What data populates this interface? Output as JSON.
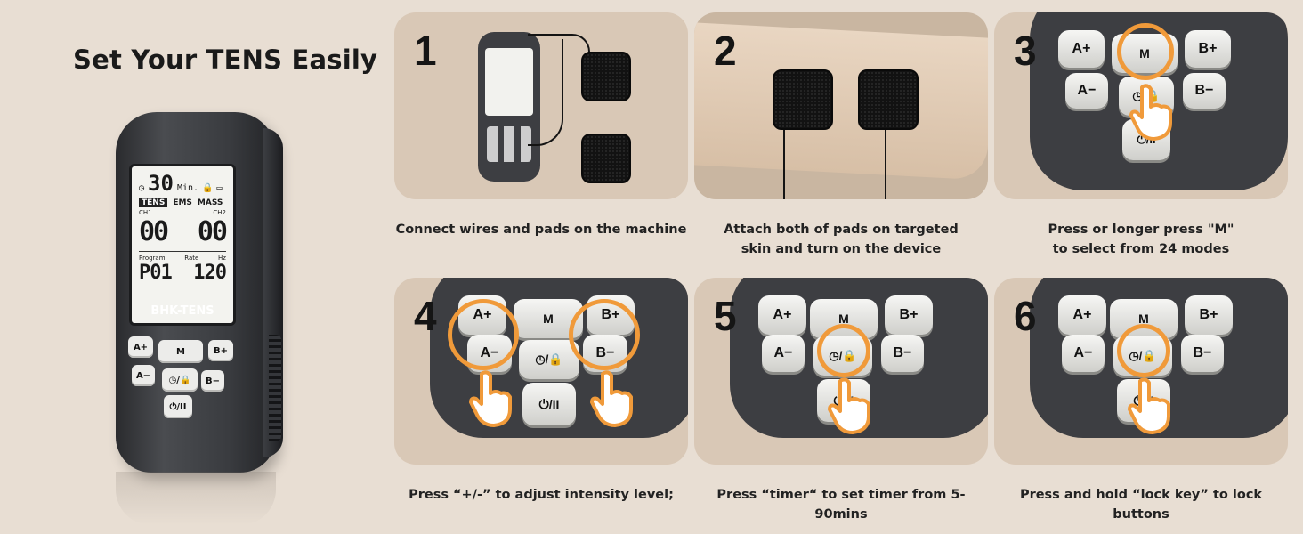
{
  "hero": {
    "title": "Set Your TENS Easily",
    "device": {
      "timer": "30",
      "timer_unit": "Min.",
      "mode_tens": "TENS",
      "mode_ems": "EMS",
      "mode_mass": "MASS",
      "ch1_label": "CH1",
      "ch2_label": "CH2",
      "ch1_value": "00",
      "ch2_value": "00",
      "program_label": "Program",
      "rate_label": "Rate",
      "hz_label": "Hz",
      "program_value": "P01",
      "rate_value": "120",
      "brand": "BHK-TENS",
      "btn_a_plus": "A+",
      "btn_a_minus": "A−",
      "btn_m": "M",
      "btn_b_plus": "B+",
      "btn_b_minus": "B−",
      "btn_timer_lock": "◷/🔒",
      "btn_power": "⏻/II"
    }
  },
  "steps": [
    {
      "number": "1",
      "caption": "Connect wires and pads on the machine"
    },
    {
      "number": "2",
      "caption_line1": "Attach both of pads on targeted",
      "caption_line2": "skin and turn on the device"
    },
    {
      "number": "3",
      "caption_line1": "Press or longer press \"M\"",
      "caption_line2": "to select from 24 modes"
    },
    {
      "number": "4",
      "caption": "Press “+/-” to adjust intensity level;"
    },
    {
      "number": "5",
      "caption": "Press “timer“ to set timer from 5-90mins"
    },
    {
      "number": "6",
      "caption": "Press and hold “lock key” to lock buttons"
    }
  ],
  "panel_labels": {
    "a_plus": "A+",
    "a_minus": "A−",
    "m": "M",
    "b_plus": "B+",
    "b_minus": "B−",
    "timer_lock": "◷/🔒",
    "power": "⏻/II"
  },
  "colors": {
    "background": "#e8ded3",
    "card": "#d9c8b6",
    "highlight": "#f09a3a",
    "device": "#3d3e42"
  }
}
